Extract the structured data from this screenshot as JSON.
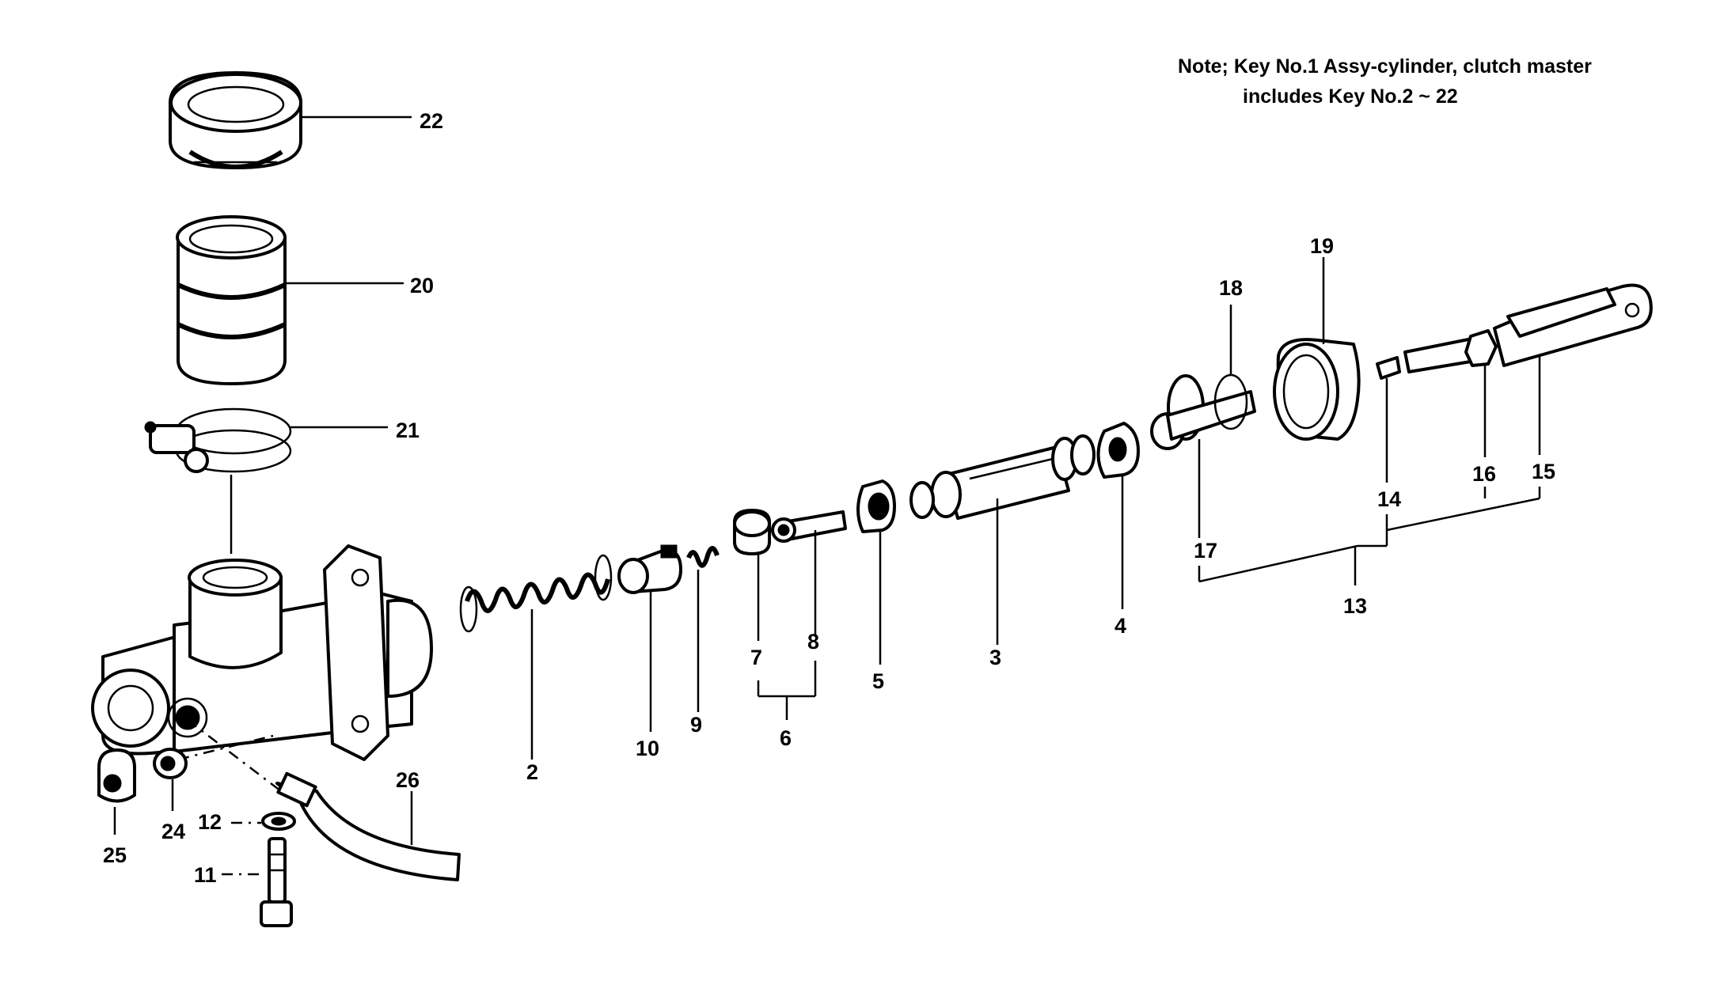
{
  "note": {
    "line1": "Note; Key No.1 Assy-cylinder, clutch master",
    "line2": "includes Key No.2 ~ 22"
  },
  "labels": {
    "k2": "2",
    "k3": "3",
    "k4": "4",
    "k5": "5",
    "k6": "6",
    "k7": "7",
    "k8": "8",
    "k9": "9",
    "k10": "10",
    "k11": "11",
    "k12": "12",
    "k13": "13",
    "k14": "14",
    "k15": "15",
    "k16": "16",
    "k17": "17",
    "k18": "18",
    "k19": "19",
    "k20": "20",
    "k21": "21",
    "k22": "22",
    "k24": "24",
    "k25": "25",
    "k26": "26"
  }
}
